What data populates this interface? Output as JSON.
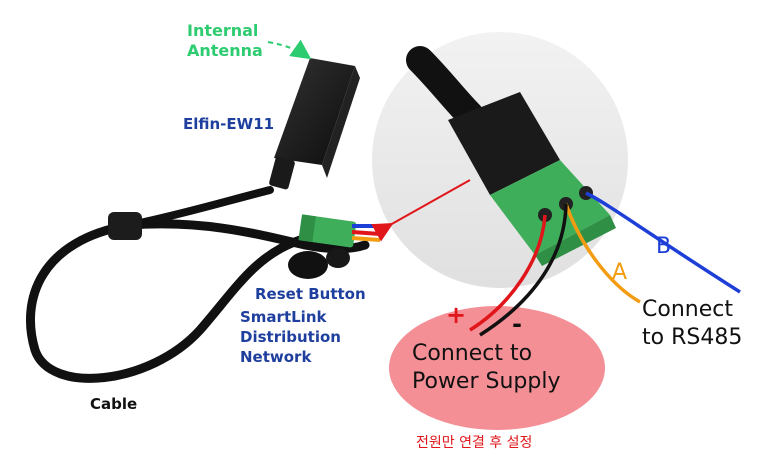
{
  "labels": {
    "internal_antenna": [
      "Internal",
      "Antenna"
    ],
    "model": "Elfin-EW11",
    "reset_button": "Reset Button",
    "smartlink": [
      "SmartLink",
      "Distribution",
      "Network"
    ],
    "cable": "Cable",
    "connect_rs485": [
      "Connect",
      "to RS485"
    ],
    "connect_power": [
      "Connect to",
      "Power Supply"
    ],
    "wire_b": "B",
    "wire_a": "A",
    "plus": "+",
    "minus": "-",
    "korean_note": "전원만 연결 후 설정"
  },
  "colors": {
    "antenna_label": "#2ecc71",
    "device_label": "#1f3f9e",
    "wire_b": "#1d3fd8",
    "wire_a": "#f39c12",
    "wire_plus": "#e0161b",
    "wire_minus": "#111111",
    "power_ellipse": "#f48f96",
    "terminal_block": "#3fae5a",
    "korean_note": "#e0161b"
  }
}
